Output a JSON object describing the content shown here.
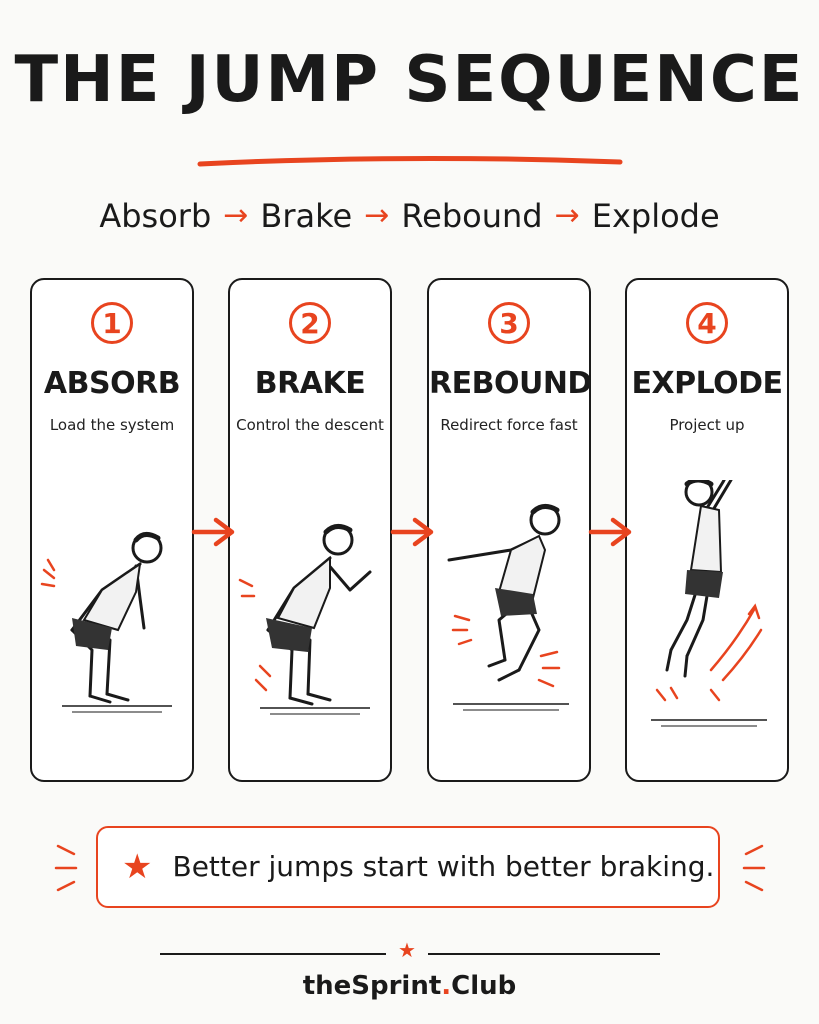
{
  "title": "THE JUMP SEQUENCE",
  "sequence": {
    "steps": [
      "Absorb",
      "Brake",
      "Rebound",
      "Explode"
    ],
    "arrow": "→"
  },
  "cards": [
    {
      "number": "1",
      "title": "ABSORB",
      "subtitle": "Load the system"
    },
    {
      "number": "2",
      "title": "BRAKE",
      "subtitle": "Control the descent"
    },
    {
      "number": "3",
      "title": "REBOUND",
      "subtitle": "Redirect force fast"
    },
    {
      "number": "4",
      "title": "EXPLODE",
      "subtitle": "Project up"
    }
  ],
  "banner": {
    "text": "Better jumps start with better braking."
  },
  "footer": {
    "brand_a": "theSprint",
    "brand_dot": ".",
    "brand_b": "Club"
  },
  "colors": {
    "accent": "#e8441f",
    "ink": "#1a1a1a",
    "background": "#fafaf8"
  },
  "icons": {
    "banner": "star-icon",
    "footer": "star-icon",
    "flow": "arrow-right-icon"
  }
}
